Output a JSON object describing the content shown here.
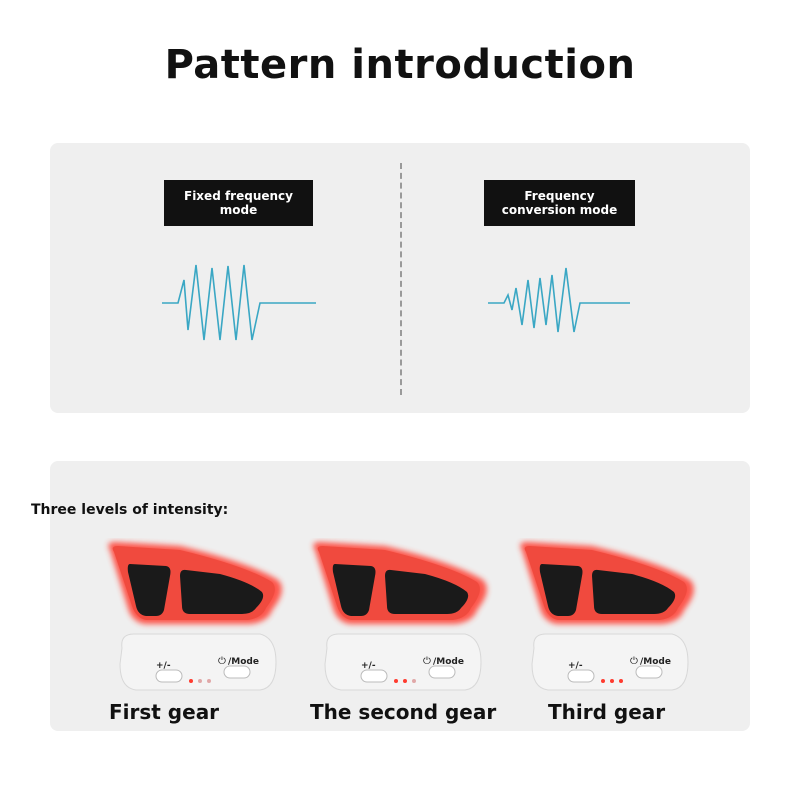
{
  "title": "Pattern introduction",
  "modes": [
    {
      "label": "Fixed frequency mode"
    },
    {
      "label": "Frequency conversion mode"
    }
  ],
  "intensity_heading": "Three levels of intensity:",
  "device_buttons": {
    "plus_minus": "+/-",
    "mode": "/Mode"
  },
  "gears": [
    {
      "label": "First gear",
      "lit": 1
    },
    {
      "label": "The second gear",
      "lit": 2
    },
    {
      "label": "Third gear",
      "lit": 3
    }
  ],
  "colors": {
    "wave": "#3aa7c4",
    "glow": "#ff3b2f",
    "panel": "#efefef"
  }
}
